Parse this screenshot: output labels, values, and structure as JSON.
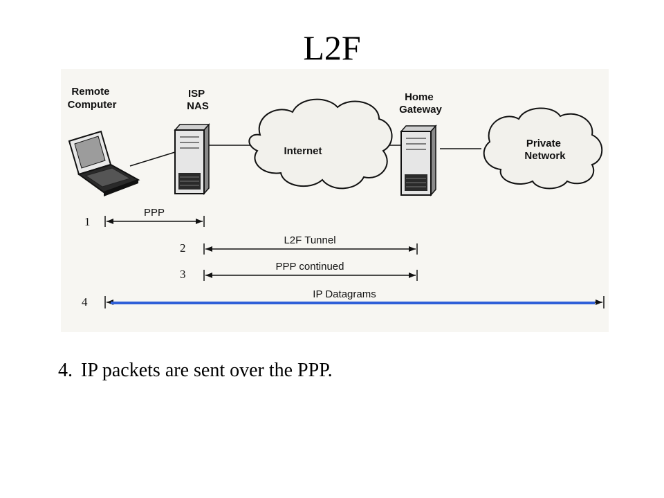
{
  "slide": {
    "title": "L2F",
    "caption_number": "4.",
    "caption_text": "IP packets are sent over the PPP."
  },
  "diagram": {
    "nodes": {
      "remote_computer": [
        "Remote",
        "Computer"
      ],
      "isp_nas": [
        "ISP",
        "NAS"
      ],
      "internet": "Internet",
      "home_gateway": [
        "Home",
        "Gateway"
      ],
      "private_network": [
        "Private",
        "Network"
      ]
    },
    "steps": [
      {
        "number": "1",
        "label": "PPP"
      },
      {
        "number": "2",
        "label": "L2F Tunnel"
      },
      {
        "number": "3",
        "label": "PPP continued"
      },
      {
        "number": "4",
        "label": "IP Datagrams"
      }
    ],
    "colors": {
      "highlight": "#2f5fd8",
      "paper": "#f7f6f2",
      "ink": "#111111"
    }
  }
}
